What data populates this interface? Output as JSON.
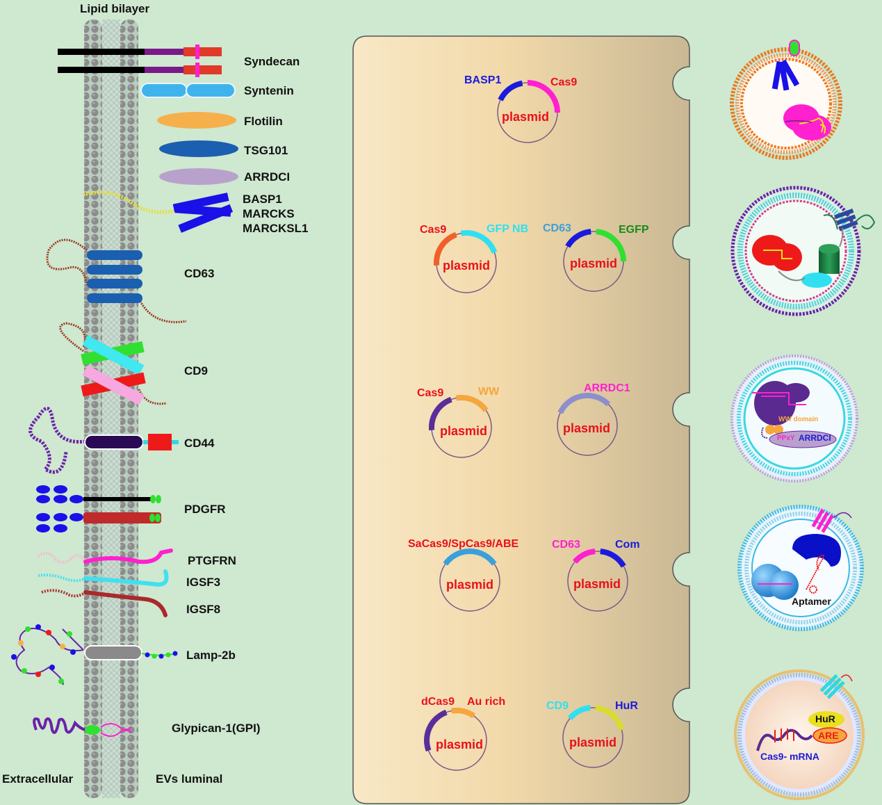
{
  "membrane": {
    "title": "Lipid bilayer",
    "side_left": "Extracellular",
    "side_right": "EVs luminal",
    "proteins": [
      "Syndecan",
      "Syntenin",
      "Flotilin",
      "TSG101",
      "ARRDCI",
      "BASP1",
      "MARCKS",
      "MARCKSL1",
      "CD63",
      "CD9",
      "CD44",
      "PDGFR",
      "PTGFRN",
      "IGSF3",
      "IGSF8",
      "Lamp-2b",
      "Glypican-1(GPI)"
    ]
  },
  "plasmids": {
    "plasmid_label": "plasmid",
    "rows": [
      [
        {
          "labels": [
            "BASP1",
            "Cas9"
          ],
          "colors": [
            "#1a1adc",
            "#ff20d0"
          ]
        }
      ],
      [
        {
          "labels": [
            "Cas9",
            "GFP NB"
          ],
          "colors": [
            "#f0602a",
            "#30e0f0"
          ]
        },
        {
          "labels": [
            "CD63",
            "EGFP"
          ],
          "colors": [
            "#1a1adc",
            "#30e030"
          ]
        }
      ],
      [
        {
          "labels": [
            "Cas9",
            "WW"
          ],
          "colors": [
            "#5b2d9a",
            "#f5a63c"
          ]
        },
        {
          "labels": [
            "ARRDC1"
          ],
          "colors": [
            "#8d8fcc"
          ]
        }
      ],
      [
        {
          "labels": [
            "SaCas9/SpCas9/ABE"
          ],
          "colors": [
            "#3aa0dc"
          ]
        },
        {
          "labels": [
            "CD63",
            "Com"
          ],
          "colors": [
            "#ff20d0",
            "#1a1adc"
          ]
        }
      ],
      [
        {
          "labels": [
            "dCas9",
            "Au rich"
          ],
          "colors": [
            "#5b2d9a",
            "#f5a63c"
          ]
        },
        {
          "labels": [
            "CD9",
            "HuR"
          ],
          "colors": [
            "#30e0f0",
            "#d8dc30"
          ]
        }
      ]
    ]
  },
  "vesicles": {
    "v3_domain": "WW domain",
    "v3_motif": "PPxY",
    "v3_protein": "ARRDCI",
    "v4_label": "Aptamer",
    "v5_protein": "HuR",
    "v5_element": "ARE",
    "v5_rna": "Cas9- mRNA"
  }
}
